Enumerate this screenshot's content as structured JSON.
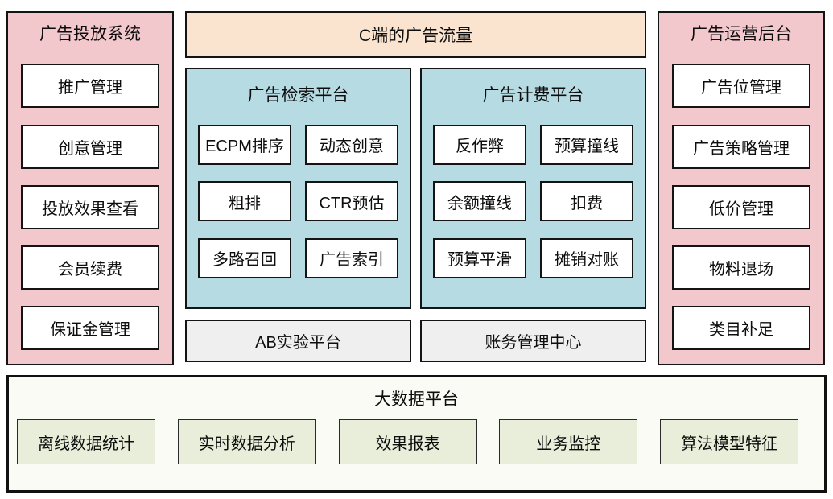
{
  "left_panel": {
    "title": "广告投放系统",
    "items": [
      "推广管理",
      "创意管理",
      "投放效果查看",
      "会员续费",
      "保证金管理"
    ]
  },
  "traffic_box": {
    "label": "C端的广告流量"
  },
  "retrieval_platform": {
    "title": "广告检索平台",
    "items": [
      "ECPM排序",
      "动态创意",
      "粗排",
      "CTR预估",
      "多路召回",
      "广告索引"
    ]
  },
  "billing_platform": {
    "title": "广告计费平台",
    "items": [
      "反作弊",
      "预算撞线",
      "余额撞线",
      "扣费",
      "预算平滑",
      "摊销对账"
    ]
  },
  "ab_box": {
    "label": "AB实验平台"
  },
  "finance_box": {
    "label": "账务管理中心"
  },
  "right_panel": {
    "title": "广告运营后台",
    "items": [
      "广告位管理",
      "广告策略管理",
      "低价管理",
      "物料退场",
      "类目补足"
    ]
  },
  "bottom_panel": {
    "title": "大数据平台",
    "items": [
      "离线数据统计",
      "实时数据分析",
      "效果报表",
      "业务监控",
      "算法模型特征"
    ]
  },
  "colors": {
    "pink_panel": "#f3c8cd",
    "peach_box": "#fae4cf",
    "teal_panel": "#b7dbe2",
    "gray_box": "#efefef",
    "green_box": "#e9eeda",
    "border": "#141414",
    "bottom_panel_bg": "#fbfbf6"
  }
}
